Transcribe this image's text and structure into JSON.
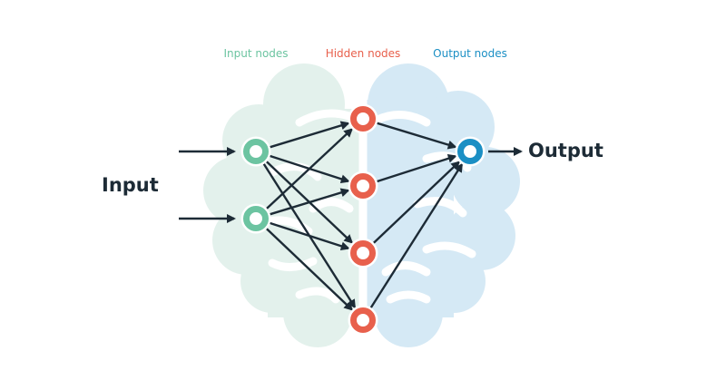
{
  "labels": {
    "input_nodes": "Input nodes",
    "hidden_nodes": "Hidden nodes",
    "output_nodes": "Output nodes",
    "input": "Input",
    "output": "Output"
  },
  "colors": {
    "input_node": "#6cc4a1",
    "hidden_node": "#e8604c",
    "output_node": "#1b8fc4",
    "brain_left": "#e3f1ec",
    "brain_right": "#d5e9f5",
    "edge": "#1d2b36",
    "text_dark": "#1d2b36"
  },
  "network": {
    "input_nodes": [
      "i1",
      "i2"
    ],
    "hidden_nodes": [
      "h1",
      "h2",
      "h3",
      "h4"
    ],
    "output_nodes": [
      "o1"
    ],
    "edges": [
      [
        "i1",
        "h1"
      ],
      [
        "i1",
        "h2"
      ],
      [
        "i1",
        "h3"
      ],
      [
        "i1",
        "h4"
      ],
      [
        "i2",
        "h1"
      ],
      [
        "i2",
        "h2"
      ],
      [
        "i2",
        "h3"
      ],
      [
        "i2",
        "h4"
      ],
      [
        "h1",
        "o1"
      ],
      [
        "h2",
        "o1"
      ],
      [
        "h3",
        "o1"
      ],
      [
        "h4",
        "o1"
      ]
    ]
  }
}
